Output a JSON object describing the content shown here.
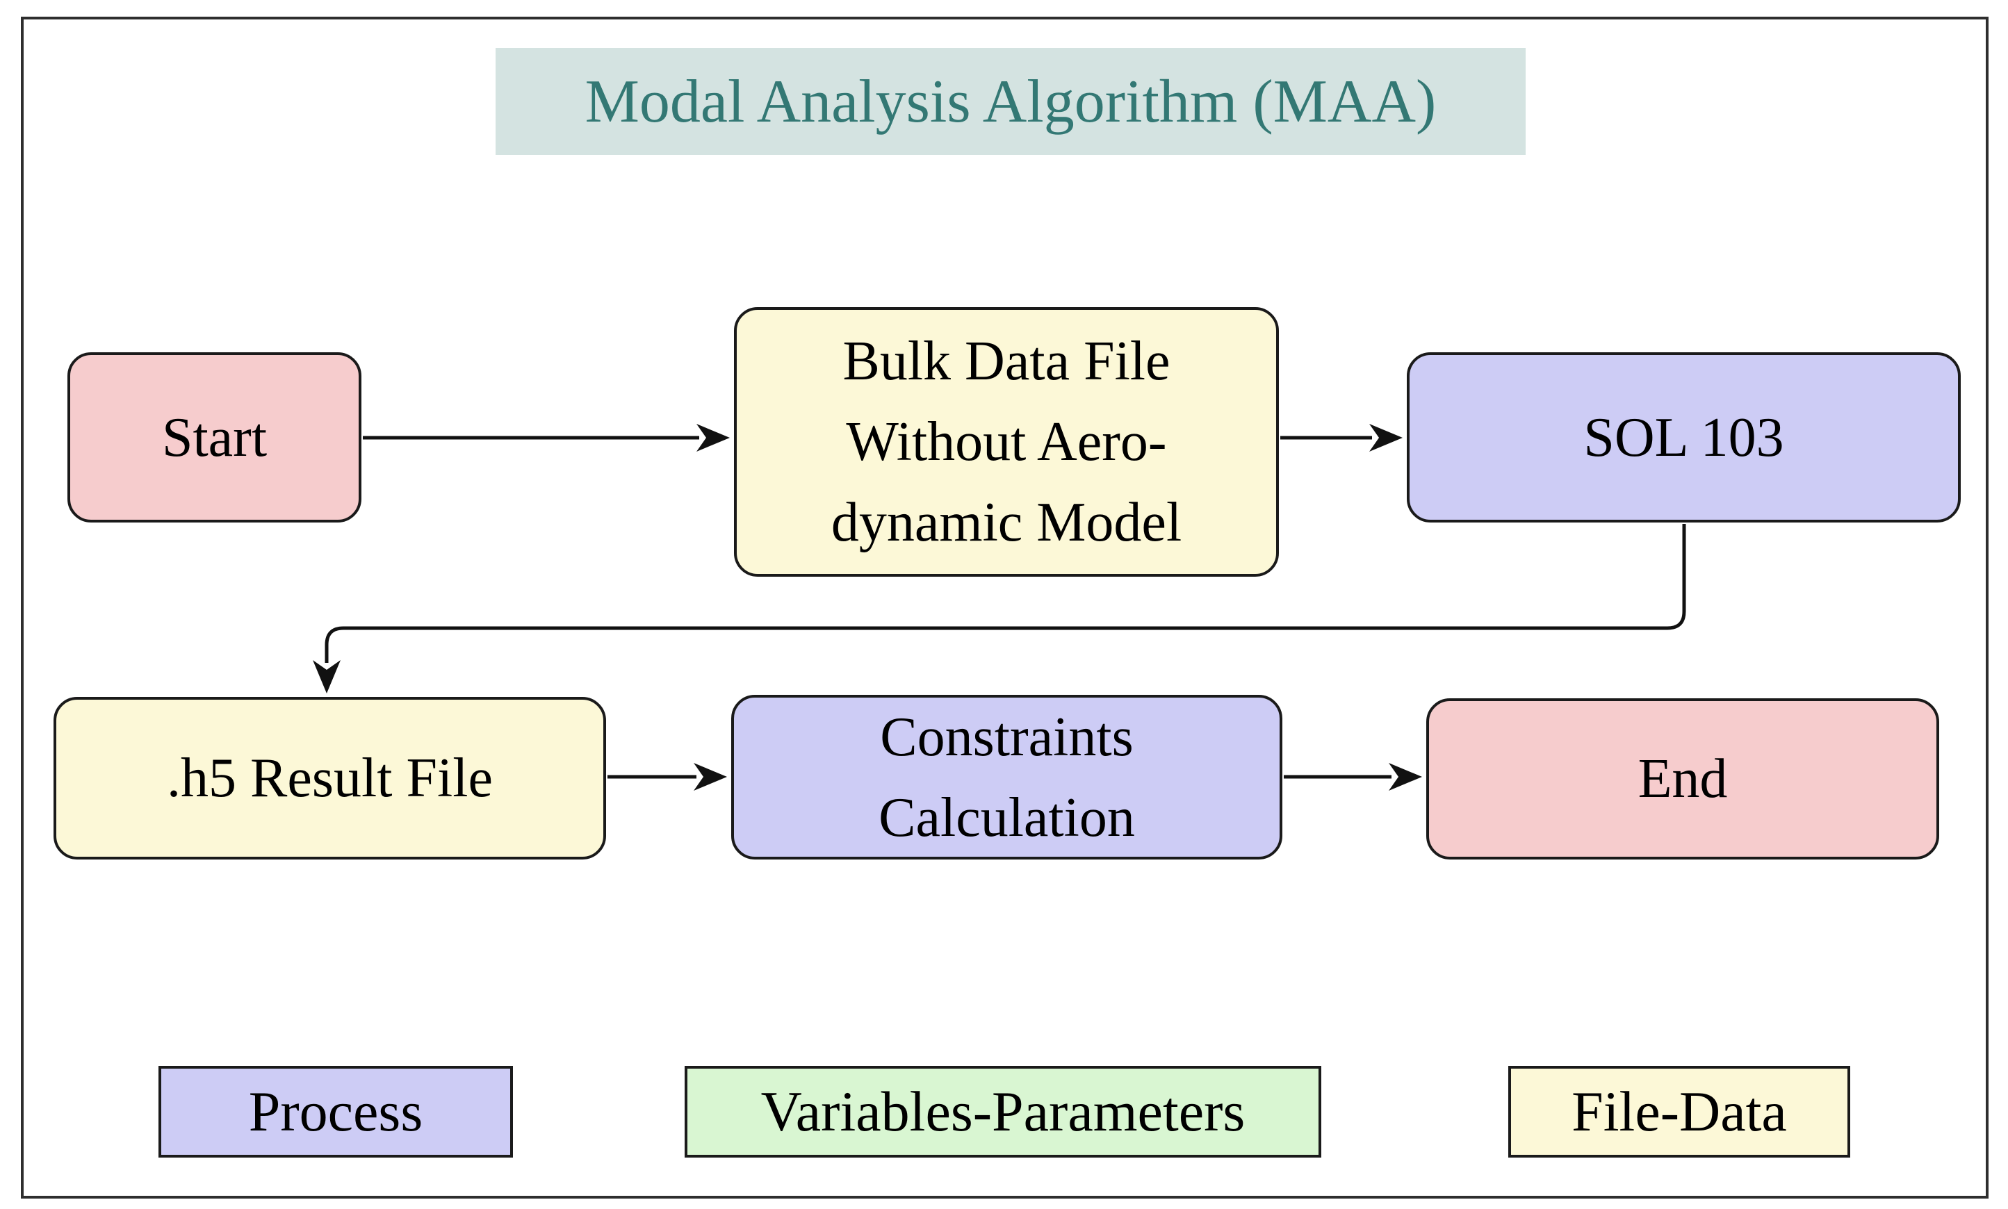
{
  "title": {
    "text": "Modal Analysis Algorithm (MAA)"
  },
  "nodes": {
    "start": {
      "label": "Start",
      "type": "terminal"
    },
    "bulk": {
      "lines": [
        "Bulk Data File",
        "Without Aero-",
        "dynamic Model"
      ],
      "type": "file-data"
    },
    "sol103": {
      "label": "SOL 103",
      "type": "process"
    },
    "h5": {
      "label": ".h5 Result File",
      "type": "file-data"
    },
    "constraints": {
      "lines": [
        "Constraints",
        "Calculation"
      ],
      "type": "process"
    },
    "end": {
      "label": "End",
      "type": "terminal"
    }
  },
  "legend": {
    "process": "Process",
    "variables": "Variables-Parameters",
    "filedata": "File-Data"
  },
  "colors": {
    "terminal_fill": "#f6cccd",
    "process_fill": "#cdccf5",
    "file_fill": "#fcf8d7",
    "variables_fill": "#d9f6d2",
    "title_fill": "#d4e3e1",
    "title_text": "#337874",
    "edge_stroke": "#111111"
  }
}
